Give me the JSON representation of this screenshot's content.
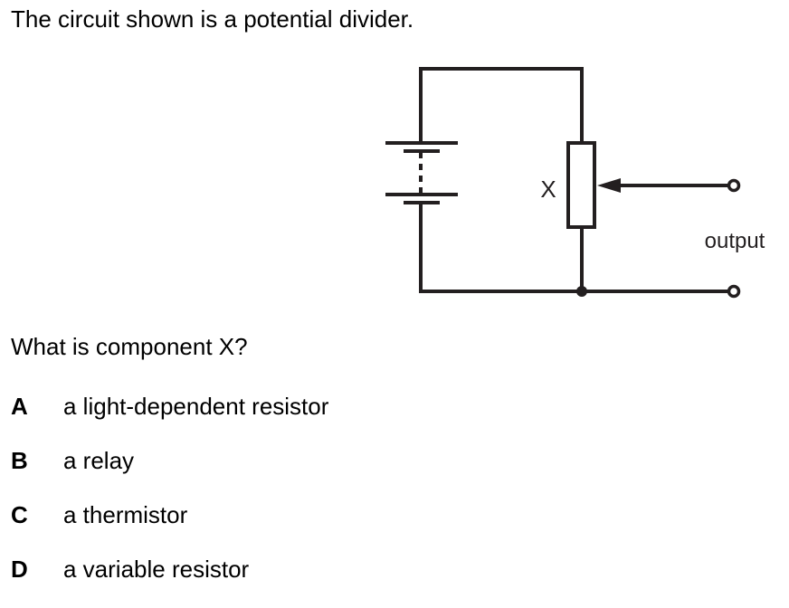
{
  "question": {
    "stem": "The circuit shown is a potential divider.",
    "prompt": "What is component X?"
  },
  "diagram": {
    "component_label": "X",
    "output_label": "output",
    "line_color": "#231f20"
  },
  "options": [
    {
      "letter": "A",
      "text": "a light-dependent resistor"
    },
    {
      "letter": "B",
      "text": "a relay"
    },
    {
      "letter": "C",
      "text": "a thermistor"
    },
    {
      "letter": "D",
      "text": "a variable resistor"
    }
  ]
}
